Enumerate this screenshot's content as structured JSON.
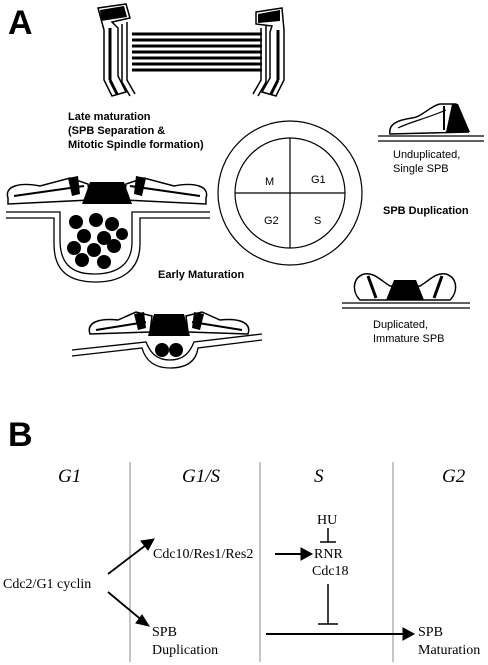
{
  "panel_a": {
    "letter": "A",
    "late_maturation": [
      "Late maturation",
      "(SPB Separation &",
      "Mitotic Spindle formation)"
    ],
    "early_maturation": "Early Maturation",
    "spb_duplication": "SPB Duplication",
    "unduplicated": [
      "Unduplicated,",
      "Single SPB"
    ],
    "duplicated": [
      "Duplicated,",
      "Immature SPB"
    ],
    "cycle_phases": {
      "m": "M",
      "g1": "G1",
      "g2": "G2",
      "s": "S"
    }
  },
  "panel_b": {
    "letter": "B",
    "columns": [
      "G1",
      "G1/S",
      "S",
      "G2"
    ],
    "cdc2": "Cdc2/G1 cyclin",
    "cdc10": "Cdc10/Res1/Res2",
    "hu": "HU",
    "rnr": "RNR",
    "cdc18": "Cdc18",
    "spb_duplication": [
      "SPB",
      "Duplication"
    ],
    "spb_maturation": [
      "SPB",
      "Maturation"
    ]
  }
}
